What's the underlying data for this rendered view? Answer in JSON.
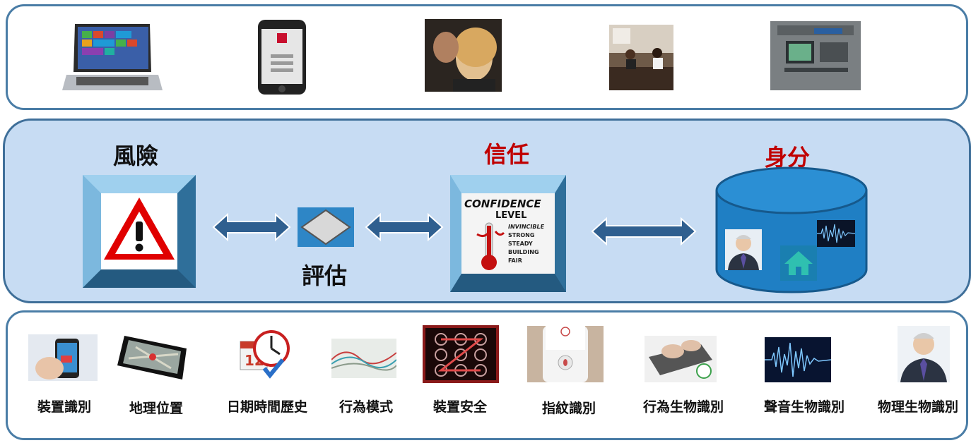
{
  "top_channels": [
    {
      "name": "laptop"
    },
    {
      "name": "smartphone"
    },
    {
      "name": "call-center"
    },
    {
      "name": "branch-counter"
    },
    {
      "name": "atm"
    }
  ],
  "middle": {
    "risk_label": "風險",
    "assess_label": "評估",
    "trust_label": "信任",
    "identity_label": "身分",
    "confidence": {
      "title1": "CONFIDENCE",
      "title2": "LEVEL",
      "levels": [
        "INVINCIBLE",
        "STRONG",
        "STEADY",
        "BUILDING",
        "FAIR"
      ]
    }
  },
  "factors": [
    {
      "label": "裝置識別"
    },
    {
      "label": "地理位置"
    },
    {
      "label": "日期時間歷史"
    },
    {
      "label": "行為模式"
    },
    {
      "label": "裝置安全"
    },
    {
      "label": "指紋識別"
    },
    {
      "label": "行為生物識別"
    },
    {
      "label": "聲音生物識別"
    },
    {
      "label": "物理生物識別"
    }
  ],
  "colors": {
    "accent": "#c00000",
    "panel_border": "#4a7da6",
    "mid_fill": "#c7dcf3"
  }
}
